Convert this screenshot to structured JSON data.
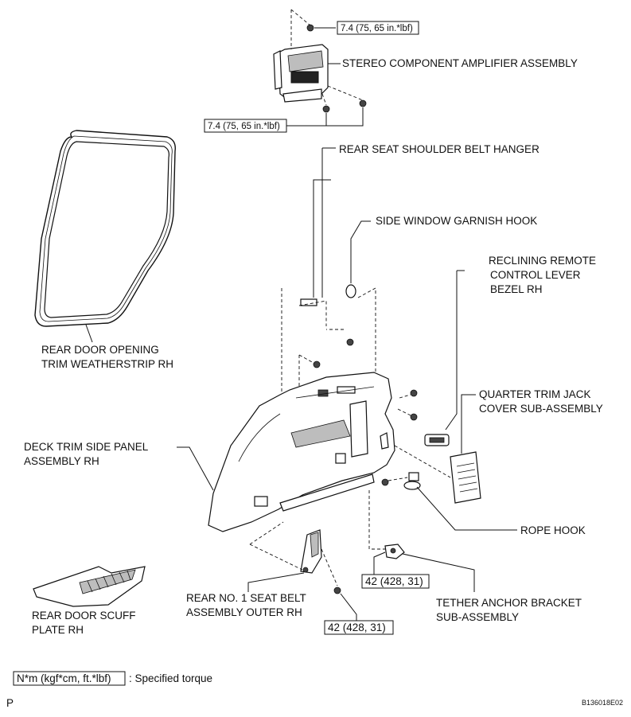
{
  "labels": {
    "stereo_amp": "STEREO COMPONENT AMPLIFIER ASSEMBLY",
    "rear_seat_shoulder_belt_hanger": "REAR SEAT SHOULDER BELT HANGER",
    "side_window_garnish_hook": "SIDE WINDOW GARNISH HOOK",
    "reclining_1": "RECLINING REMOTE",
    "reclining_2": "CONTROL LEVER",
    "reclining_3": "BEZEL RH",
    "weatherstrip_1": "REAR DOOR OPENING",
    "weatherstrip_2": "TRIM WEATHERSTRIP RH",
    "jack_cover_1": "QUARTER TRIM JACK",
    "jack_cover_2": "COVER SUB-ASSEMBLY",
    "deck_panel_1": "DECK TRIM SIDE PANEL",
    "deck_panel_2": "ASSEMBLY RH",
    "rope_hook": "ROPE HOOK",
    "tether_1": "TETHER ANCHOR BRACKET",
    "tether_2": "SUB-ASSEMBLY",
    "seat_belt_1": "REAR NO. 1 SEAT BELT",
    "seat_belt_2": "ASSEMBLY OUTER RH",
    "scuff_1": "REAR DOOR SCUFF",
    "scuff_2": "PLATE RH"
  },
  "torques": {
    "amp_top": "7.4 (75, 65 in.*lbf)",
    "amp_bottom": "7.4 (75, 65 in.*lbf)",
    "tether": "42 (428, 31)",
    "seat_belt": "42 (428, 31)"
  },
  "legend": {
    "unit_box": "N*m (kgf*cm, ft.*lbf)",
    "text": ": Specified torque"
  },
  "footer": {
    "page_letter": "P",
    "figure_code": "B136018E02"
  }
}
